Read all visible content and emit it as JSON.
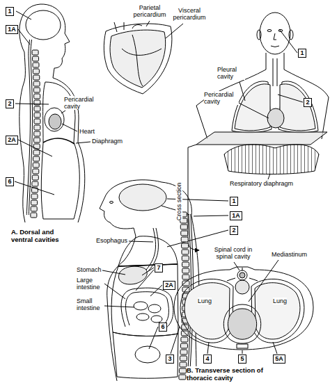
{
  "diagram": {
    "nodes": [
      {
        "text": [
          "1"
        ]
      },
      {
        "text": [
          "1A"
        ]
      },
      {
        "text": [
          "1"
        ]
      },
      {
        "text": [
          "2"
        ]
      },
      {
        "text": [
          "2"
        ]
      },
      {
        "text": [
          "2A"
        ]
      },
      {
        "text": [
          "6"
        ]
      },
      {
        "text": [
          "1"
        ]
      },
      {
        "text": [
          "1A"
        ]
      },
      {
        "text": [
          "2"
        ]
      },
      {
        "text": [
          "7"
        ]
      },
      {
        "text": [
          "2A"
        ]
      },
      {
        "text": [
          "6"
        ]
      },
      {
        "text": [
          "3"
        ]
      },
      {
        "text": [
          "4"
        ]
      },
      {
        "text": [
          "5"
        ]
      },
      {
        "text": [
          "5A"
        ]
      }
    ],
    "labels": [
      "Parietal pericardium",
      "Visceral pericardium",
      "Pericardial cavity",
      "Pleural cavity",
      "Pericardial cavity",
      "Heart",
      "Diaphragm",
      "Respiratory diaphragm",
      "Cross section",
      "A. Dorsal and ventral cavities",
      "Esophagus",
      "Spinal cord in spinal cavity",
      "Mediastinum",
      "Stomach",
      "Large intestine",
      "Lung",
      "Lung",
      "Small intestine",
      "B. Transverse section of thoracic cavity"
    ]
  }
}
